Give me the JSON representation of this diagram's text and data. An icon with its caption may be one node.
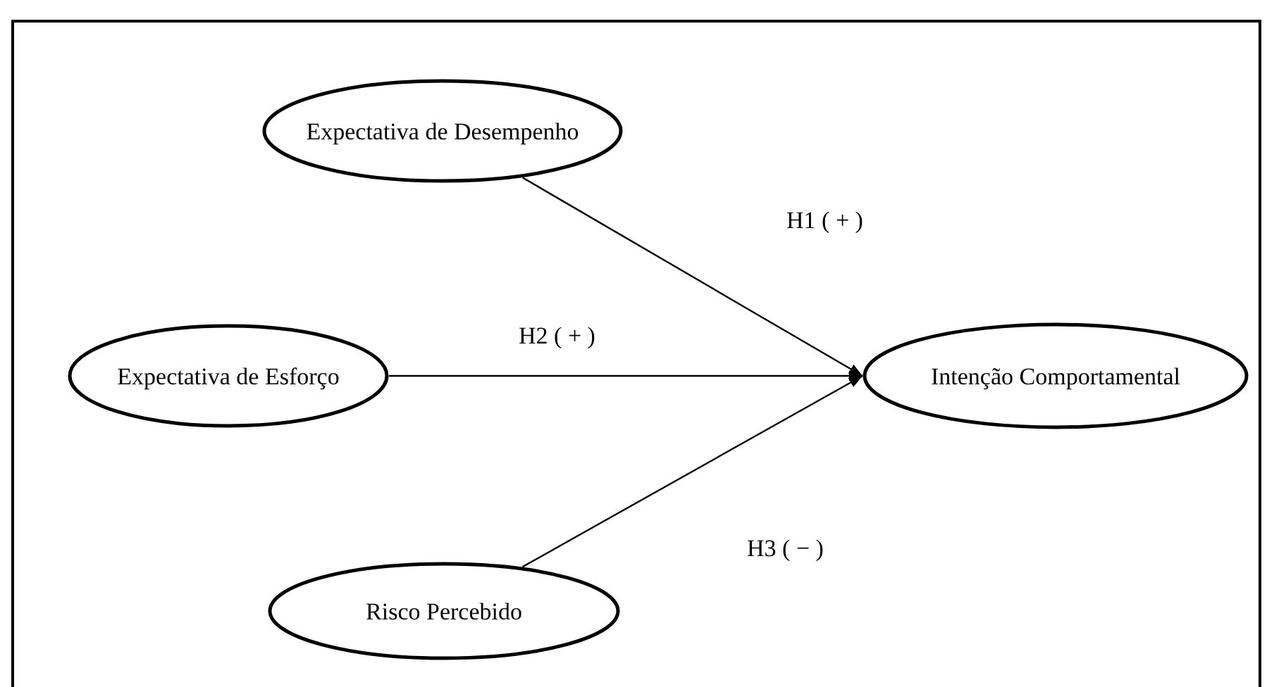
{
  "diagram": {
    "nodes": [
      {
        "text": [
          "Expectativa de Desempenho"
        ]
      },
      {
        "text": [
          "Expectativa de Esforço"
        ]
      },
      {
        "text": [
          "Risco Percebido"
        ]
      },
      {
        "text": [
          "Intenção Comportamental"
        ]
      }
    ],
    "edges": [
      {
        "from": 0,
        "to": 3,
        "arrow": "to",
        "label": "H1 ( + )"
      },
      {
        "from": 1,
        "to": 3,
        "arrow": "to",
        "label": "H2 ( + )"
      },
      {
        "from": 2,
        "to": 3,
        "arrow": "to",
        "label": "H3 ( − )"
      }
    ]
  }
}
